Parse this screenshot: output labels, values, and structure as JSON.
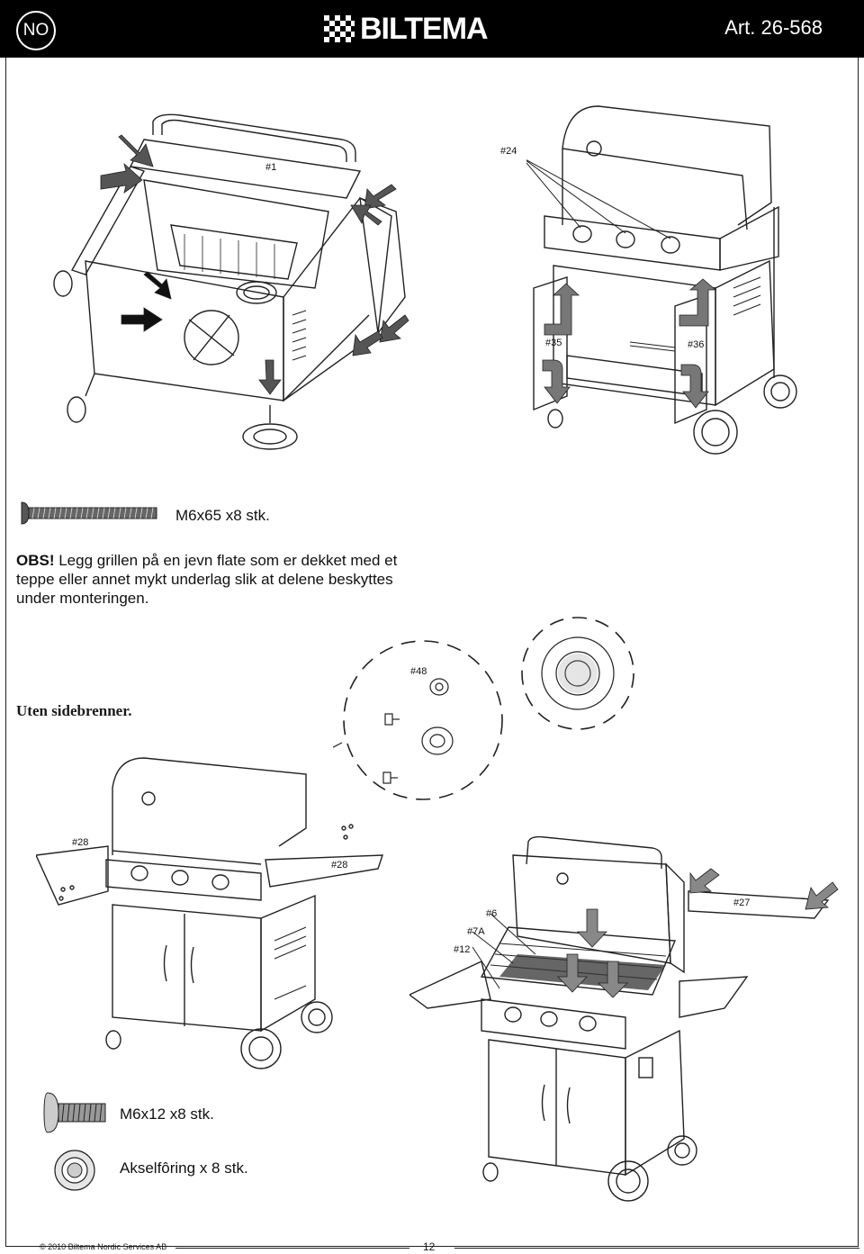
{
  "header": {
    "lang": "NO",
    "brand": "BILTEMA",
    "article": "Art. 26-568"
  },
  "fig1": {
    "label_1": "#1"
  },
  "fig2": {
    "label_24": "#24",
    "label_35": "#35",
    "label_36": "#36"
  },
  "screw_long": {
    "caption": "M6x65 x8 stk."
  },
  "note": {
    "obs": "OBS!",
    "text": " Legg grillen på en jevn flate som er dekket med et teppe eller annet mykt underlag slik at delene beskyttes under monteringen."
  },
  "uten": "Uten sidebrenner.",
  "detail": {
    "label_48": "#48"
  },
  "fig3": {
    "label_28_left": "#28",
    "label_28_right": "#28"
  },
  "fig4": {
    "label_27": "#27",
    "label_6": "#6",
    "label_7a": "#7A",
    "label_12": "#12"
  },
  "parts": {
    "screw_short": "M6x12 x8 stk.",
    "bushing": "Akselfôring x 8 stk."
  },
  "footer": {
    "copyright": "© 2010 Biltema Nordic Services AB",
    "page": "12"
  }
}
